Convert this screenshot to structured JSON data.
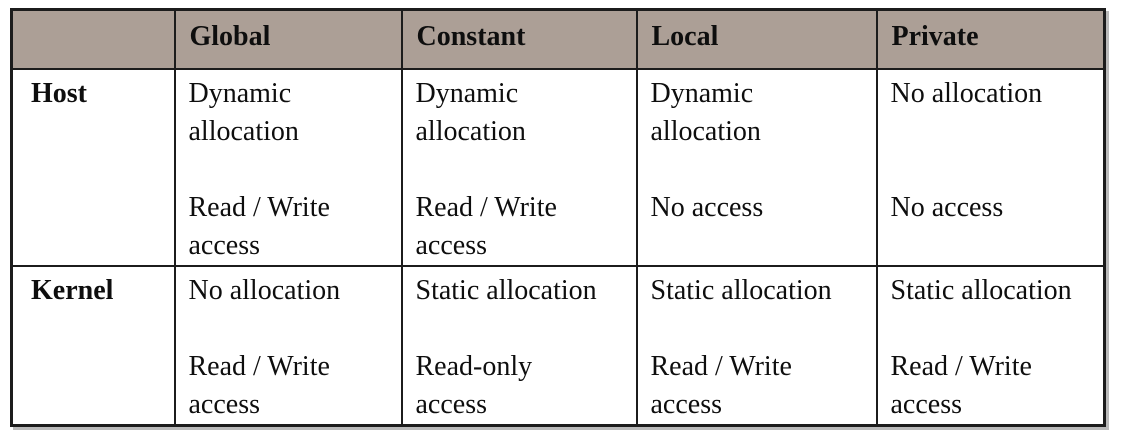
{
  "table": {
    "header_bg": "#ac9f96",
    "border_color": "#1c1c1c",
    "headers": [
      "",
      "Global",
      "Constant",
      "Local",
      "Private"
    ],
    "rows": [
      {
        "label": "Host",
        "cells": [
          {
            "column": "Global",
            "lines": [
              "Dynamic",
              "allocation",
              "",
              "Read / Write",
              "access"
            ]
          },
          {
            "column": "Constant",
            "lines": [
              "Dynamic",
              "allocation",
              "",
              "Read / Write",
              "access"
            ]
          },
          {
            "column": "Local",
            "lines": [
              "Dynamic",
              "allocation",
              "",
              "No access",
              ""
            ]
          },
          {
            "column": "Private",
            "lines": [
              "No allocation",
              "",
              "",
              "No access",
              ""
            ]
          }
        ]
      },
      {
        "label": "Kernel",
        "cells": [
          {
            "column": "Global",
            "lines": [
              "No allocation",
              "",
              "Read / Write",
              "access"
            ]
          },
          {
            "column": "Constant",
            "lines": [
              "Static allocation",
              "",
              "Read-only",
              "access"
            ]
          },
          {
            "column": "Local",
            "lines": [
              "Static allocation",
              "",
              "Read / Write",
              "access"
            ]
          },
          {
            "column": "Private",
            "lines": [
              "Static allocation",
              "",
              "Read / Write",
              "access"
            ]
          }
        ]
      }
    ]
  }
}
